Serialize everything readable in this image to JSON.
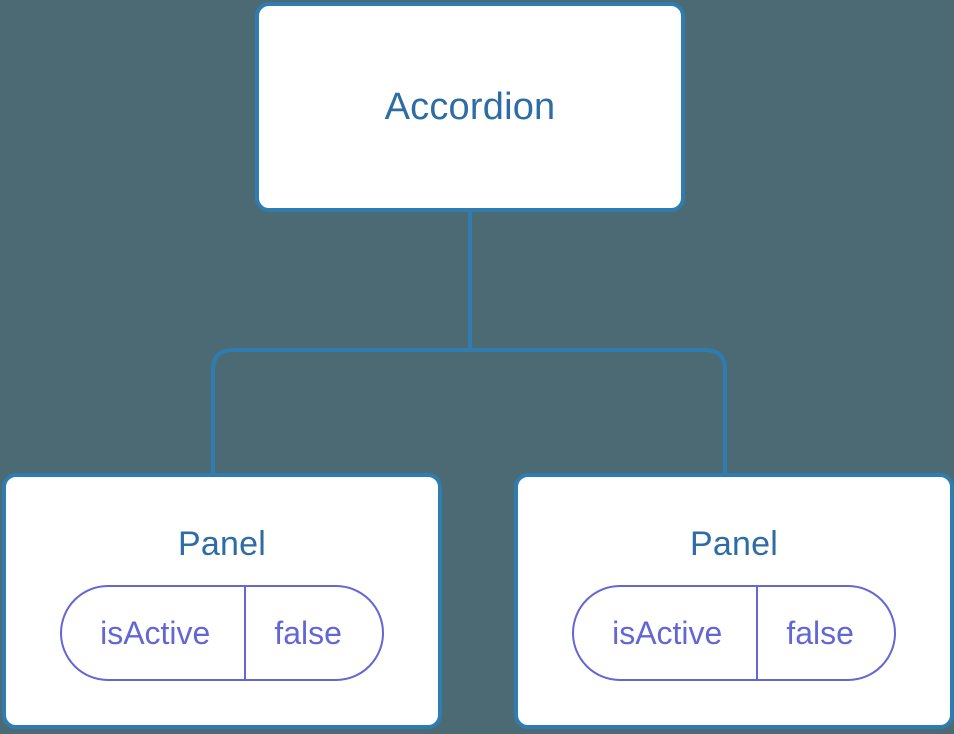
{
  "diagram": {
    "type": "component-tree",
    "background_color": "#4c6a73",
    "node_border_color": "#2f7cb0",
    "node_fill_color": "#ffffff",
    "node_title_color": "#2e6da4",
    "connector_color": "#2f7cb0",
    "prop_color": "#6267d4",
    "root": {
      "label": "Accordion"
    },
    "children": [
      {
        "label": "Panel",
        "prop": {
          "key": "isActive",
          "value": "false"
        }
      },
      {
        "label": "Panel",
        "prop": {
          "key": "isActive",
          "value": "false"
        }
      }
    ]
  }
}
